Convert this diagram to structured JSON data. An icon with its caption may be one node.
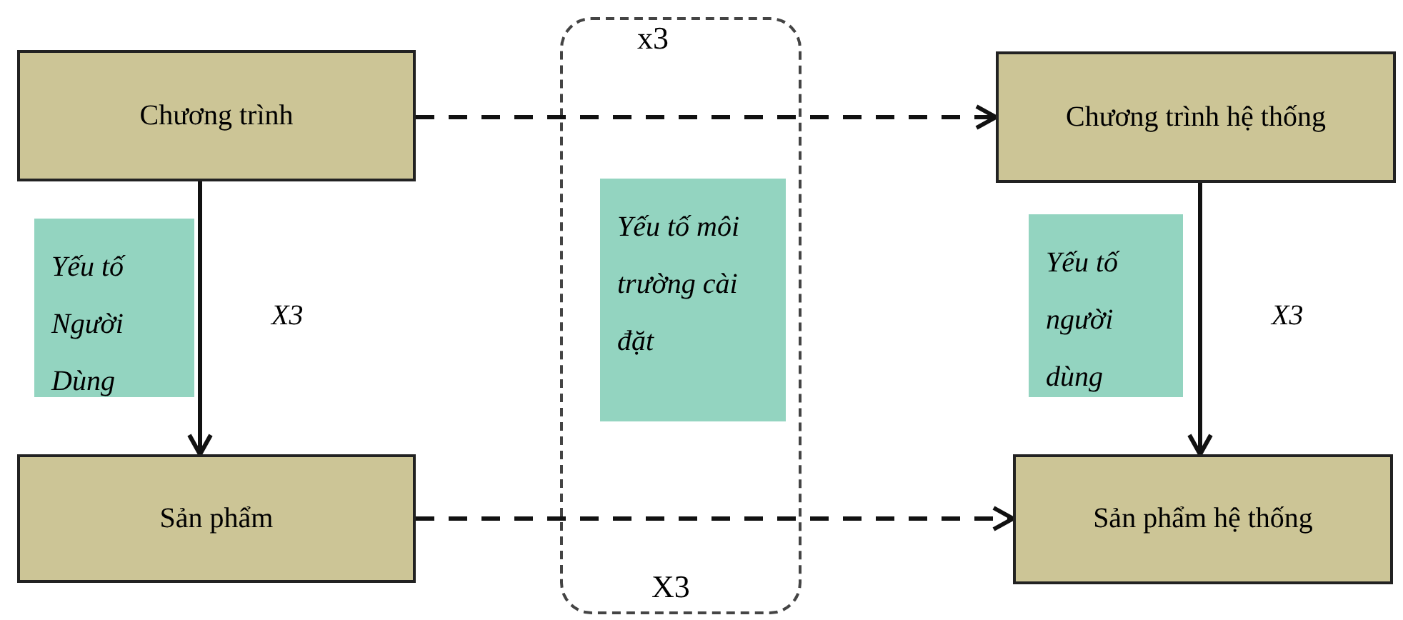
{
  "diagram": {
    "nodes": [
      {
        "text": [
          "Chương trình"
        ]
      },
      {
        "text": [
          "Yếu tố Người Dùng"
        ]
      },
      {
        "text": [
          "Sản phẩm"
        ]
      },
      {
        "text": [
          "x3",
          "X3"
        ]
      },
      {
        "text": [
          "Yếu tố môi trường cài đặt"
        ],
        "in": 3
      },
      {
        "text": [
          "Chương trình hệ thống"
        ]
      },
      {
        "text": [
          "Yếu tố người dùng"
        ]
      },
      {
        "text": [
          "Sản phẩm hệ thống"
        ]
      }
    ],
    "edges": [
      {
        "from": 0,
        "to": 5,
        "arrow": "to",
        "style": "dashed"
      },
      {
        "from": 0,
        "to": 2,
        "arrow": "to",
        "label": "X3"
      },
      {
        "from": 2,
        "to": 7,
        "arrow": "to",
        "style": "dashed"
      },
      {
        "from": 5,
        "to": 7,
        "arrow": "to",
        "label": "X3"
      }
    ]
  }
}
